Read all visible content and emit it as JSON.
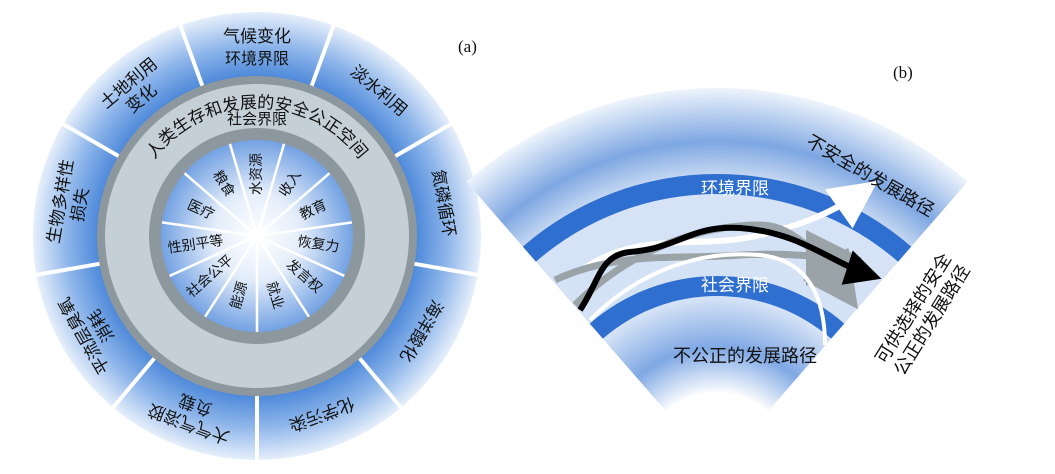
{
  "panel_a": {
    "label": "(a)",
    "outer_labels": [
      {
        "lines": [
          "气候变化"
        ]
      },
      {
        "lines": [
          "淡水利用"
        ]
      },
      {
        "lines": [
          "氮磷循环"
        ]
      },
      {
        "lines": [
          "海洋酸化"
        ]
      },
      {
        "lines": [
          "化学污染"
        ]
      },
      {
        "lines": [
          "大气气溶胶",
          "负载"
        ]
      },
      {
        "lines": [
          "平流层臭氧",
          "消耗"
        ]
      },
      {
        "lines": [
          "生物多样性",
          "损失"
        ]
      },
      {
        "lines": [
          "土地利用",
          "变化"
        ]
      }
    ],
    "environment_boundary": "环境界限",
    "safe_space": "人类生存和发展的安全公正空间",
    "social_boundary": "社会界限",
    "inner_labels": [
      "水资源",
      "收入",
      "教育",
      "恢复力",
      "发言权",
      "就业",
      "能源",
      "社会公平",
      "性别平等",
      "医疗",
      "粮食"
    ],
    "colors": {
      "blue": "#4a86d6",
      "ring": "#c5cfd6",
      "ring_edge": "#8d979e"
    }
  },
  "panel_b": {
    "label": "(b)",
    "environment_boundary": "环境界限",
    "social_boundary": "社会界限",
    "unsafe_path": "不安全的发展路径",
    "unjust_path": "不公正的发展路径",
    "safe_just_path": [
      "可供选择的安全",
      "公正的发展路径"
    ],
    "colors": {
      "band": "#2f6fd0",
      "light": "#dde9f7"
    }
  }
}
